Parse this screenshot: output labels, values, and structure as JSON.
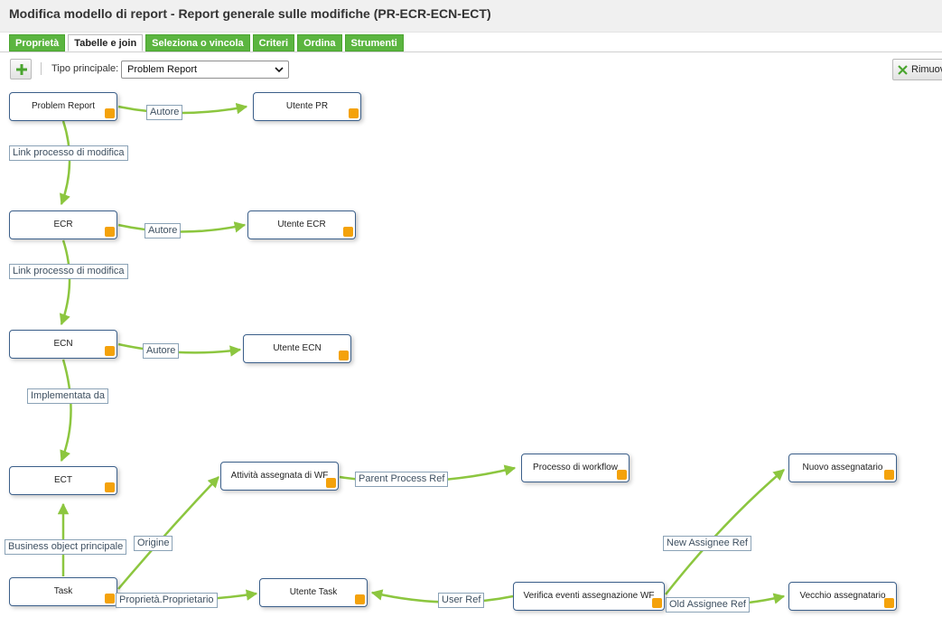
{
  "window": {
    "title": "Modifica modello di report - Report generale sulle modifiche (PR-ECR-ECN-ECT)"
  },
  "tabs": [
    {
      "label": "Proprietà",
      "active": false
    },
    {
      "label": "Tabelle e join",
      "active": true
    },
    {
      "label": "Seleziona o vincola",
      "active": false
    },
    {
      "label": "Criteri",
      "active": false
    },
    {
      "label": "Ordina",
      "active": false
    },
    {
      "label": "Strumenti",
      "active": false
    }
  ],
  "toolbar": {
    "add_icon": "plus-icon",
    "tipo_label": "Tipo principale:",
    "tipo_value": "Problem Report",
    "remove_label": "Rimuovi",
    "remove_icon": "x-icon"
  },
  "colors": {
    "accent_green": "#5bb540",
    "edge_green": "#8cc63f",
    "node_border": "#3b5f8a",
    "handle_orange": "#f4a20b"
  },
  "nodes": {
    "problem_report": "Problem Report",
    "utente_pr": "Utente PR",
    "ecr": "ECR",
    "utente_ecr": "Utente ECR",
    "ecn": "ECN",
    "utente_ecn": "Utente ECN",
    "ect": "ECT",
    "task": "Task",
    "attivita_wf": "Attività assegnata di WF",
    "processo_wf": "Processo di workflow",
    "utente_task": "Utente Task",
    "verifica_eventi": "Verifica eventi assegnazione WF",
    "nuovo_assegnatario": "Nuovo assegnatario",
    "vecchio_assegnatario": "Vecchio assegnatario"
  },
  "edges": {
    "autore_pr": "Autore",
    "link_pr_ecr": "Link processo di modifica",
    "autore_ecr": "Autore",
    "link_ecr_ecn": "Link processo di modifica",
    "autore_ecn": "Autore",
    "implementata_da": "Implementata da",
    "business_object": "Business object principale",
    "origine": "Origine",
    "proprietario": "Proprietà.Proprietario",
    "parent_process": "Parent Process Ref",
    "user_ref": "User Ref",
    "new_assignee": "New Assignee Ref",
    "old_assignee": "Old Assignee Ref"
  }
}
